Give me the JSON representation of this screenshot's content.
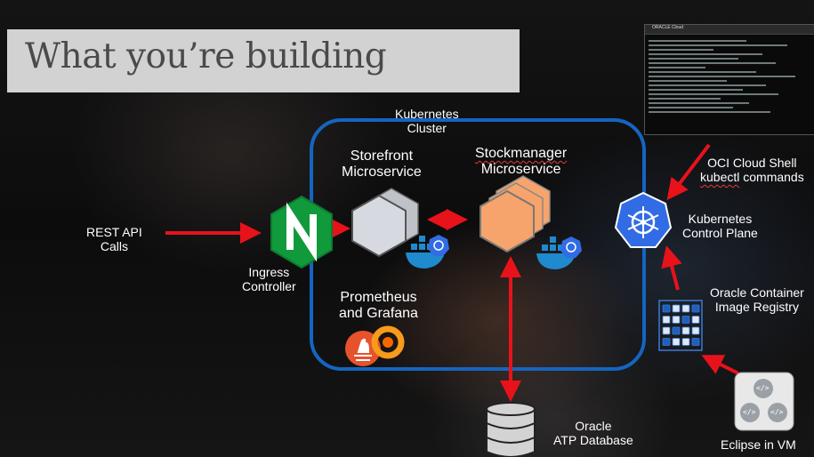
{
  "title": "What you’re building",
  "labels": {
    "cluster": [
      "Kubernetes",
      "Cluster"
    ],
    "rest": [
      "REST API",
      "Calls"
    ],
    "ingress": [
      "Ingress",
      "Controller"
    ],
    "storefront": [
      "Storefront",
      "Microservice"
    ],
    "stockmanager_a": "Stockmanager",
    "stockmanager_b": "Microservice",
    "prometheus": [
      "Prometheus",
      "and Grafana"
    ],
    "ocishell_a": "OCI Cloud Shell",
    "ocishell_b": "kubectl",
    "ocishell_c": " commands",
    "control_plane": [
      "Kubernetes",
      "Control Plane"
    ],
    "registry": [
      "Oracle Container",
      "Image Registry"
    ],
    "database": [
      "Oracle",
      "ATP Database"
    ],
    "eclipse": "Eclipse in VM",
    "shell_brand": "ORACLE Cloud",
    "code_glyph": "</>"
  },
  "colors": {
    "cluster_border": "#1565c0",
    "arrow": "#e8121b",
    "nginx": "#109a3c",
    "storefront_fill": "#d6dae0",
    "stockmanager_fill": "#f6a46c",
    "k8s_blue": "#326ce5",
    "title_box": "#d9d9d9"
  },
  "icons": [
    "nginx-icon",
    "hexagon-icon",
    "docker-whale-icon",
    "kubernetes-helm-icon",
    "grafana-icon",
    "prometheus-icon",
    "database-icon",
    "registry-icon",
    "code-icon",
    "terminal-window"
  ]
}
